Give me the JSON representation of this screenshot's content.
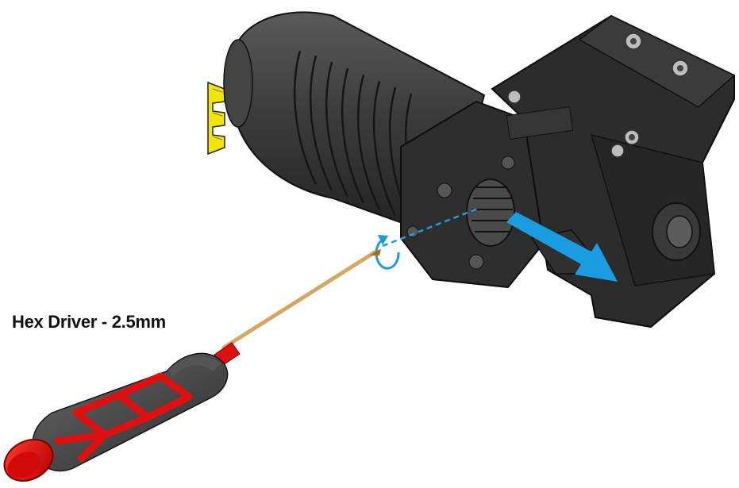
{
  "tool": {
    "label": "Hex Driver - 2.5mm",
    "icon": "hex-driver-icon"
  },
  "parts": {
    "motor": "motor-body",
    "connector": "motor-connector",
    "pinion": "pinion-gear",
    "spur": "spur-gear",
    "mount": "motor-mount",
    "chassis": "chassis-block"
  },
  "colors": {
    "arrow": "#1a9de0",
    "handle_red": "#e01010",
    "handle_grey": "#3a3a3a",
    "shaft": "#d8a55e",
    "connector": "#f2e600",
    "part_dark": "#2e2e2e"
  },
  "annotations": {
    "rotate_icon": "rotate-ccw-icon",
    "slide_arrow": "arrow-right-icon"
  }
}
